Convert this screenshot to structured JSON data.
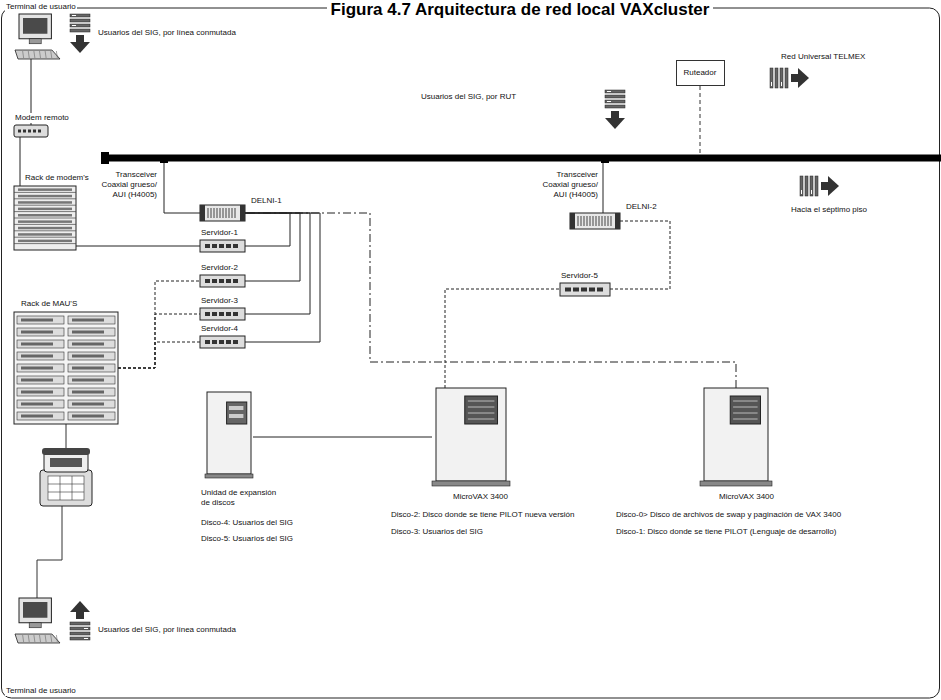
{
  "diagram": {
    "title": "Figura 4.7 Arquitectura de red local VAXcluster",
    "nodes": [
      {
        "text": [
          "Terminal de usuario"
        ]
      },
      {
        "text": [
          "Modem remoto"
        ]
      },
      {
        "text": [
          "Rack de modem's"
        ]
      },
      {
        "text": [
          "Rack de MAU'S"
        ]
      },
      {
        "text": [
          "Terminal de usuario"
        ]
      },
      {
        "text": [
          "Ruteador"
        ]
      },
      {
        "text": [
          "Transceiver Coaxial grueso/ AUI (H4005)"
        ]
      },
      {
        "text": [
          "Transceiver Coaxial grueso/ AUI (H4005)"
        ]
      },
      {
        "text": [
          "DELNI-1"
        ]
      },
      {
        "text": [
          "Servidor-1"
        ]
      },
      {
        "text": [
          "Servidor-2"
        ]
      },
      {
        "text": [
          "Servidor-3"
        ]
      },
      {
        "text": [
          "Servidor-4"
        ]
      },
      {
        "text": [
          "DELNI-2"
        ]
      },
      {
        "text": [
          "Servidor-5"
        ]
      },
      {
        "text": [
          "Unidad de expansión de discos",
          "Disco-4: Usuarios del SIG",
          "Disco-5: Usuarios del SIG"
        ]
      },
      {
        "text": [
          "MicroVAX 3400",
          "Disco-2: Disco donde se tiene PILOT nueva versión",
          "Disco-3: Usuarios del SIG"
        ]
      },
      {
        "text": [
          "MicroVAX 3400",
          "Disco-0> Disco de archivos de swap y paginación de VAX 3400",
          "Disco-1: Disco donde se tiene PILOT (Lenguaje de desarrollo)"
        ]
      }
    ],
    "edges": [
      {
        "from": 0,
        "to": 1,
        "arrow": "none"
      },
      {
        "from": 1,
        "to": 2,
        "arrow": "none"
      },
      {
        "from": 2,
        "to": 9,
        "arrow": "none"
      },
      {
        "from": 3,
        "to": 10,
        "arrow": "none"
      },
      {
        "from": 3,
        "to": 11,
        "arrow": "none"
      },
      {
        "from": 3,
        "to": 12,
        "arrow": "none"
      },
      {
        "from": 6,
        "to": 8,
        "arrow": "none"
      },
      {
        "from": 9,
        "to": 8,
        "arrow": "none"
      },
      {
        "from": 10,
        "to": 8,
        "arrow": "none"
      },
      {
        "from": 11,
        "to": 8,
        "arrow": "none"
      },
      {
        "from": 12,
        "to": 8,
        "arrow": "none"
      },
      {
        "from": 7,
        "to": 13,
        "arrow": "none"
      },
      {
        "from": 14,
        "to": 13,
        "arrow": "none"
      },
      {
        "from": 15,
        "to": 16,
        "arrow": "none"
      },
      {
        "from": 16,
        "to": 14,
        "arrow": "none"
      },
      {
        "from": 17,
        "to": 8,
        "arrow": "none"
      }
    ],
    "labels": [
      "Usuarios del SIG, por línea conmutada",
      "Usuarios del SIG, por RUT",
      "Red Universal TELMEX",
      "Hacia el séptimo piso",
      "Usuarios del SIG, por línea conmutada"
    ]
  }
}
